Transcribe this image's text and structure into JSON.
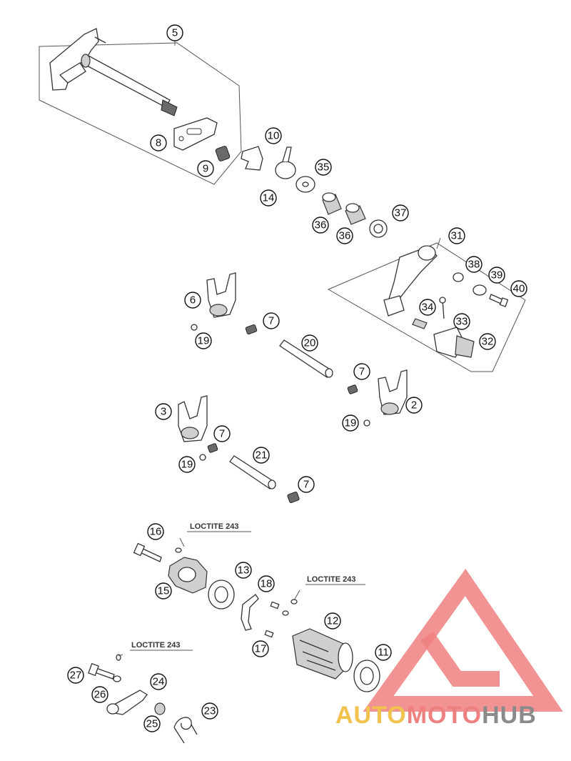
{
  "callouts": [
    "5",
    "8",
    "9",
    "10",
    "14",
    "35",
    "36",
    "36",
    "37",
    "31",
    "38",
    "39",
    "40",
    "34",
    "33",
    "32",
    "6",
    "7",
    "19",
    "20",
    "7",
    "2",
    "19",
    "3",
    "7",
    "19",
    "21",
    "7",
    "16",
    "15",
    "13",
    "18",
    "17",
    "12",
    "11",
    "27",
    "26",
    "24",
    "25",
    "23"
  ],
  "notes": [
    "LOCTITE 243",
    "LOCTITE 243",
    "LOCTITE 243"
  ],
  "watermark": {
    "part1": "AUTO",
    "part2": "MOTO",
    "part3": "HUB",
    "colors": {
      "auto": "#f2c14e",
      "moto": "#ef8080",
      "hub": "#8a8a8a"
    }
  }
}
